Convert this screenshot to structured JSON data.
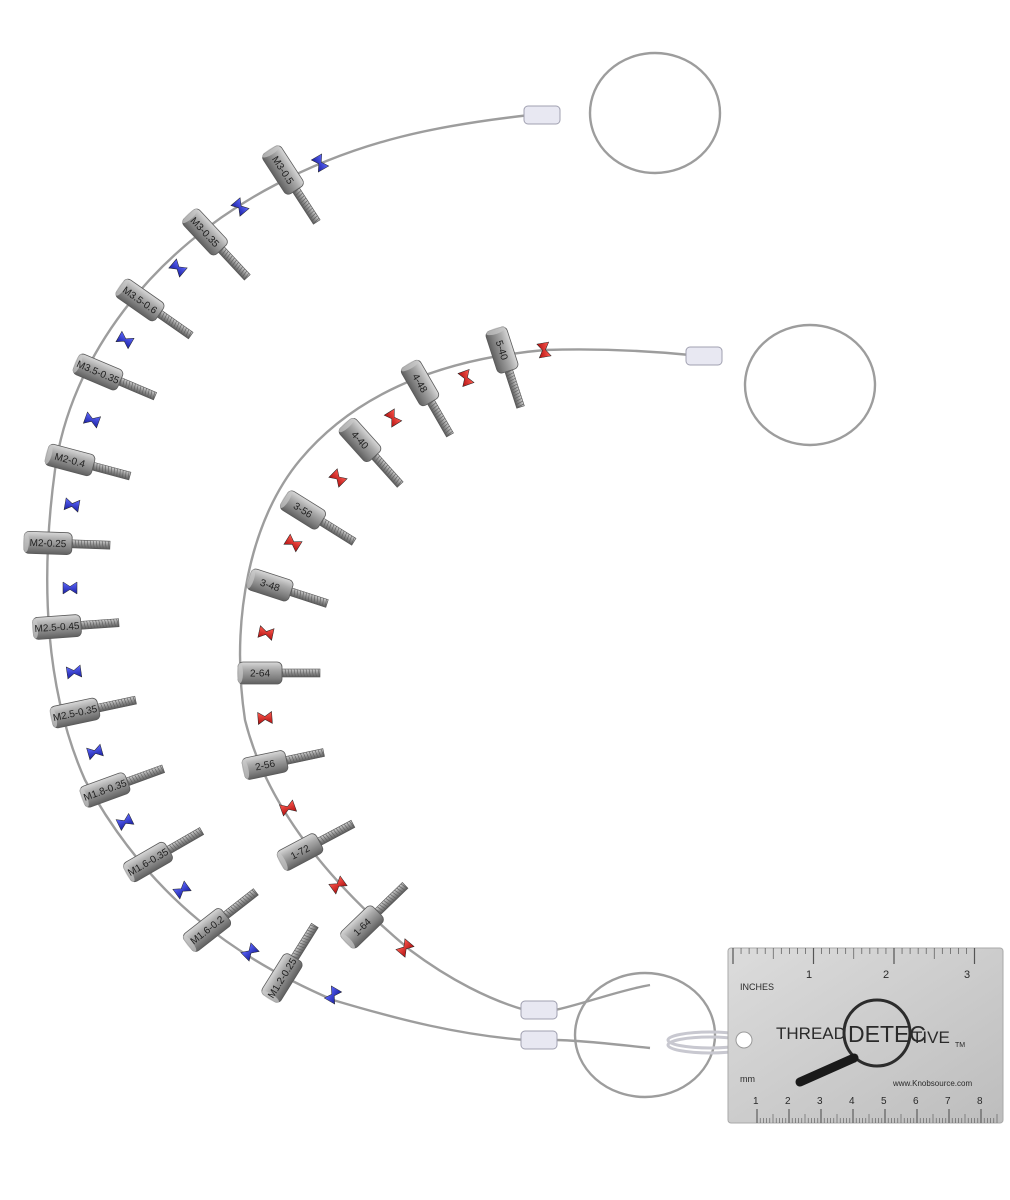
{
  "metric_gauges": [
    "M3-0.5",
    "M3-0.35",
    "M3.5-0.6",
    "M3.5-0.35",
    "M2-0.4",
    "M2-0.25",
    "M2.5-0.45",
    "M2.5-0.35",
    "M1.8-0.35",
    "M1.6-0.35",
    "M1.6-0.2",
    "M1.2-0.25"
  ],
  "imperial_gauges": [
    "5-40",
    "4-48",
    "4-40",
    "3-56",
    "3-48",
    "2-64",
    "2-56",
    "1-72",
    "1-64"
  ],
  "colors": {
    "metric_bead": "#2430c8",
    "imperial_bead": "#e0201e",
    "gauge_body": "#8d8d8d",
    "wire": "#9a9a9a",
    "ruler": "#cfcfcf"
  },
  "ruler": {
    "inches_label": "INCHES",
    "inch_numbers": [
      "1",
      "2",
      "3"
    ],
    "mm_label": "mm",
    "mm_numbers": [
      "1",
      "2",
      "3",
      "4",
      "5",
      "6",
      "7",
      "8"
    ],
    "brand_left": "THREAD",
    "brand_circle": "DETEC",
    "brand_right": "TIVE",
    "trademark": "TM",
    "website": "www.Knobsource.com"
  }
}
